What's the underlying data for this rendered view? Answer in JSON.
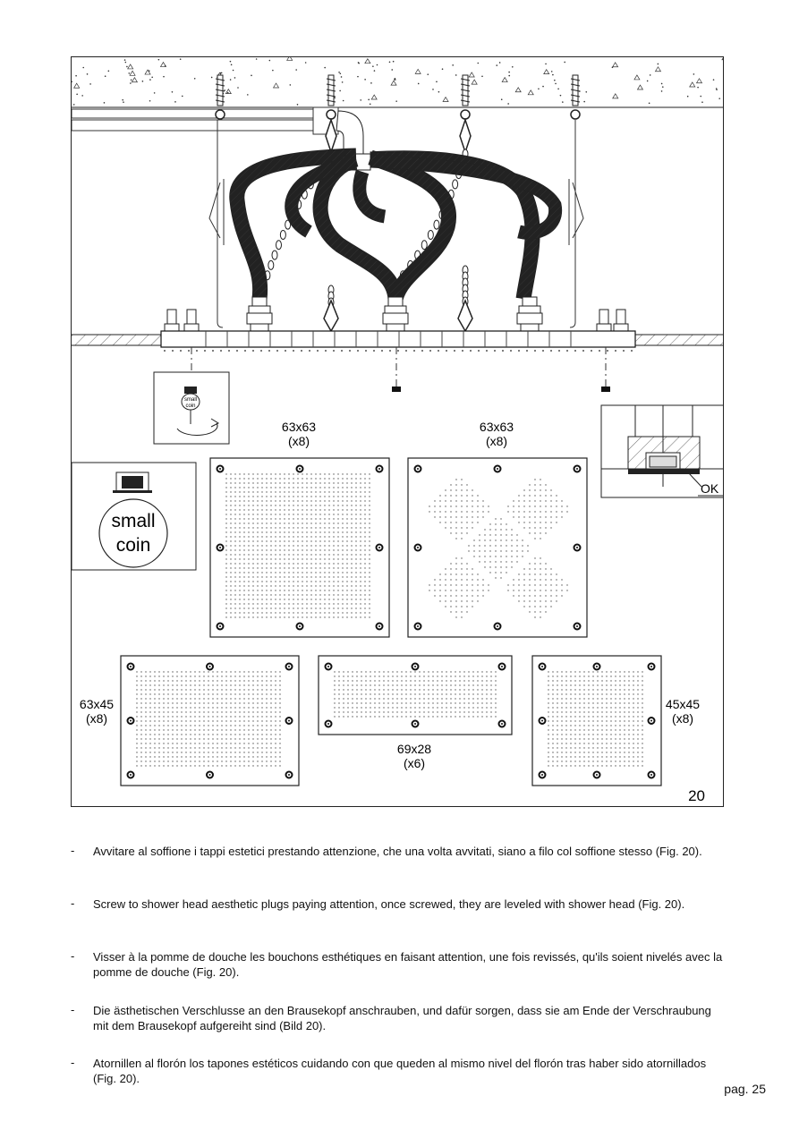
{
  "figure": {
    "number": "20",
    "small_coin_label_line1": "small",
    "small_coin_label_line2": "coin",
    "small_coin_mini_label": "small\ncoin",
    "ok_label": "OK",
    "panels": [
      {
        "size": "63x63",
        "qty": "(x8)",
        "pattern": "full grid"
      },
      {
        "size": "63x63",
        "qty": "(x8)",
        "pattern": "diamond quadrants"
      },
      {
        "size": "63x45",
        "qty": "(x8)",
        "pattern": "full grid"
      },
      {
        "size": "69x28",
        "qty": "(x6)",
        "pattern": "full grid"
      },
      {
        "size": "45x45",
        "qty": "(x8)",
        "pattern": "full grid"
      }
    ]
  },
  "instructions": [
    {
      "bullet": "-",
      "text": "Avvitare al soffione i tappi estetici prestando attenzione, che una volta avvitati, siano a filo col soffione stesso (Fig. 20)."
    },
    {
      "bullet": "-",
      "text": "Screw to shower head aesthetic plugs paying attention, once screwed, they are leveled with shower head (Fig. 20)."
    },
    {
      "bullet": "-",
      "text": "Visser à la pomme de douche les bouchons esthétiques en faisant attention, une fois revissés, qu'ils soient nivelés avec la pomme de douche (Fig. 20)."
    },
    {
      "bullet": "-",
      "text": "Die ästhetischen Verschlusse an den Brausekopf anschrauben, und dafür sorgen, dass sie am Ende der Verschraubung mit dem Brausekopf aufgereiht sind (Bild 20)."
    },
    {
      "bullet": "-",
      "text": "Atornillen al florón los tapones estéticos cuidando con que queden al mismo nivel del florón tras haber sido atornillados (Fig. 20)."
    }
  ],
  "page_number": "pag. 25"
}
